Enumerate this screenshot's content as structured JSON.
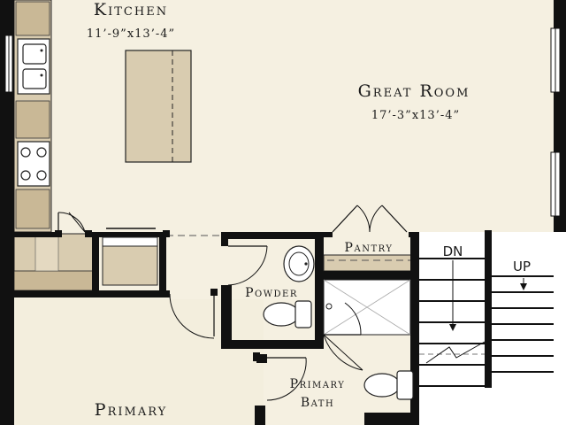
{
  "rooms": {
    "kitchen": {
      "name": "Kitchen",
      "dims": "11’-9”x13’-4”"
    },
    "great_room": {
      "name": "Great Room",
      "dims": "17’-3”x13’-4”"
    },
    "pantry": {
      "name": "Pantry"
    },
    "powder": {
      "name": "Powder"
    },
    "primary_bath": {
      "line1": "Primary",
      "line2": "Bath"
    },
    "primary": {
      "name": "Primary"
    }
  },
  "stairs": {
    "down_label": "DN",
    "up_label": "UP"
  },
  "colors": {
    "floor": "#f5f0e1",
    "wall": "#111111",
    "cabinet": "#d9ccb0",
    "cabinet_dark": "#c9b896",
    "window": "#ffffff",
    "stair_area": "#ffffff"
  }
}
